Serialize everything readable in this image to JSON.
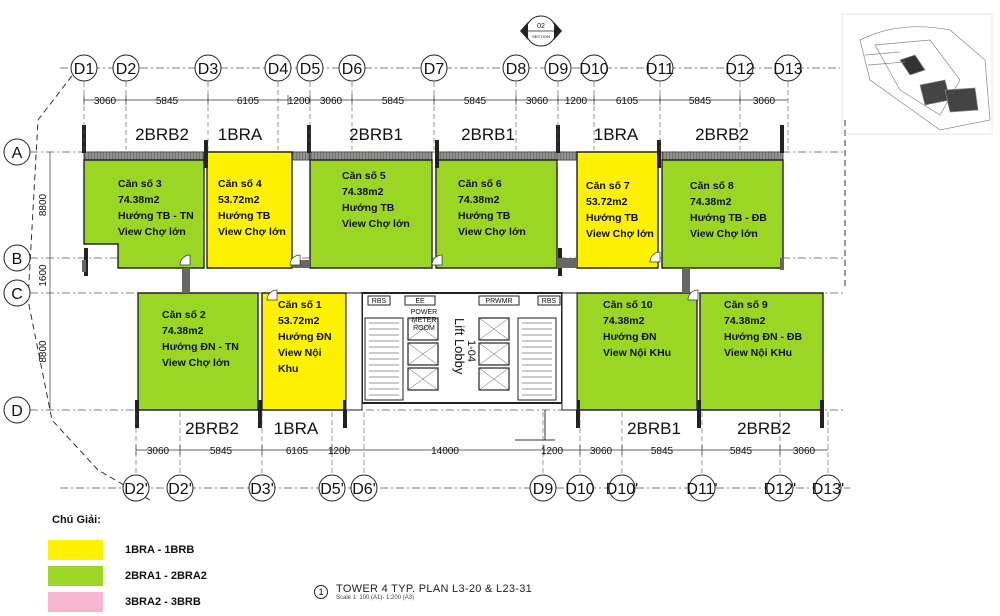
{
  "grid_top": [
    "D1",
    "D2",
    "D3",
    "D4",
    "D5",
    "D6",
    "D7",
    "D8",
    "D9",
    "D10",
    "D11",
    "D12",
    "D13"
  ],
  "grid_bottom": [
    "D2'",
    "D2'",
    "D3'",
    "D5'",
    "D6'",
    "D9",
    "D10",
    "D10'",
    "D11'",
    "D12'",
    "D13'"
  ],
  "grid_rows": [
    "A",
    "B",
    "C",
    "D"
  ],
  "dims_top": [
    "3060",
    "5845",
    "6105",
    "1200",
    "3060",
    "5845",
    "5845",
    "3060",
    "1200",
    "6105",
    "5845",
    "3060"
  ],
  "dims_bottom": [
    "3060",
    "5845",
    "6105",
    "1200",
    "14000",
    "1200",
    "3060",
    "5845",
    "5845",
    "3060"
  ],
  "dims_side": [
    "8800",
    "1600",
    "8800"
  ],
  "types_top": [
    "2BRB2",
    "1BRA",
    "2BRB1",
    "2BRB1",
    "1BRA",
    "2BRB2"
  ],
  "types_bottom": [
    "2BRB2",
    "1BRA",
    "2BRB1",
    "2BRB2"
  ],
  "units": [
    {
      "lines": [
        "Căn số 3",
        "74.38m2",
        "Hướng TB - TN",
        "View Chợ lớn"
      ],
      "kind": "2br"
    },
    {
      "lines": [
        "Căn số 4",
        "53.72m2",
        "Hướng TB",
        "View Chợ lớn"
      ],
      "kind": "1br"
    },
    {
      "lines": [
        "Căn số 5",
        "74.38m2",
        "Hướng TB",
        "View Chợ lớn"
      ],
      "kind": "2br"
    },
    {
      "lines": [
        "Căn số 6",
        "74.38m2",
        "Hướng TB",
        "View Chợ lớn"
      ],
      "kind": "2br"
    },
    {
      "lines": [
        "Căn số 7",
        "53.72m2",
        "Hướng TB",
        "View Chợ lớn"
      ],
      "kind": "1br"
    },
    {
      "lines": [
        "Căn số 8",
        "74.38m2",
        "Hướng TB  - ĐB",
        "View Chợ lớn"
      ],
      "kind": "2br"
    },
    {
      "lines": [
        "Căn số 2",
        "74.38m2",
        "Hướng ĐN - TN",
        "View Chợ lớn"
      ],
      "kind": "2br"
    },
    {
      "lines": [
        "Căn số 1",
        "53.72m2",
        "Hướng ĐN",
        "View Nội",
        "Khu"
      ],
      "kind": "1br"
    },
    {
      "lines": [
        "Căn số 10",
        "74.38m2",
        "Hướng ĐN",
        "View Nội KHu"
      ],
      "kind": "2br"
    },
    {
      "lines": [
        "Căn số 9",
        "74.38m2",
        "Hướng ĐN - ĐB",
        "View Nội KHu"
      ],
      "kind": "2br"
    }
  ],
  "core": {
    "lobby": "Lift Lobby",
    "lobby_code": "1-04",
    "power_room": [
      "POWER",
      "METER",
      "ROOM"
    ],
    "labels": [
      "RBS",
      "EE",
      "PRWMR",
      "RBS"
    ]
  },
  "section_tag": {
    "num": "02",
    "sub": "SECTION"
  },
  "legend": {
    "title": "Chú Giải:",
    "items": [
      {
        "label": "1BRA - 1BRB",
        "color": "#fff200"
      },
      {
        "label": "2BRA1 - 2BRA2",
        "color": "#9bd625"
      },
      {
        "label": "3BRA2 - 3BRB",
        "color": "#f6b6cf"
      }
    ]
  },
  "caption": {
    "num": "1",
    "title": "TOWER 4 TYP. PLAN L3-20 & L23-31",
    "sub": "Scale 1: 100 (A1)- 1:200 (A3)"
  },
  "colors": {
    "one_br": "#fff200",
    "two_br": "#9bd625",
    "wall": "#222222"
  }
}
